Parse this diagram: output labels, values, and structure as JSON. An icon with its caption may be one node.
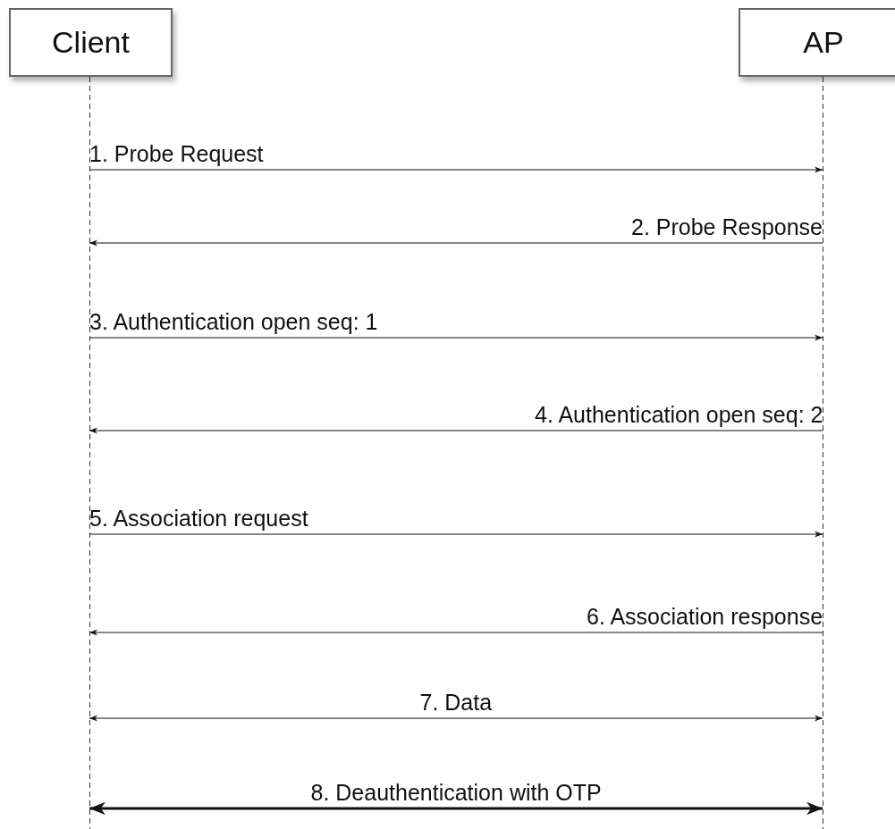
{
  "diagram": {
    "nodes": [
      {
        "text": [
          "Client"
        ]
      },
      {
        "text": [
          "AP"
        ]
      }
    ],
    "edges": [
      {
        "from": 0,
        "to": 1,
        "arrow": "to",
        "label": "1. Probe Request"
      },
      {
        "from": 1,
        "to": 0,
        "arrow": "to",
        "label": "2. Probe Response"
      },
      {
        "from": 0,
        "to": 1,
        "arrow": "to",
        "label": "3. Authentication open seq: 1"
      },
      {
        "from": 1,
        "to": 0,
        "arrow": "to",
        "label": "4. Authentication open seq: 2"
      },
      {
        "from": 0,
        "to": 1,
        "arrow": "to",
        "label": "5. Association request"
      },
      {
        "from": 1,
        "to": 0,
        "arrow": "to",
        "label": "6. Association response"
      },
      {
        "from": 0,
        "to": 1,
        "arrow": "both",
        "label": "7. Data"
      },
      {
        "from": 0,
        "to": 1,
        "arrow": "both",
        "label": "8. Deauthentication with OTP",
        "style": "thick"
      }
    ]
  }
}
